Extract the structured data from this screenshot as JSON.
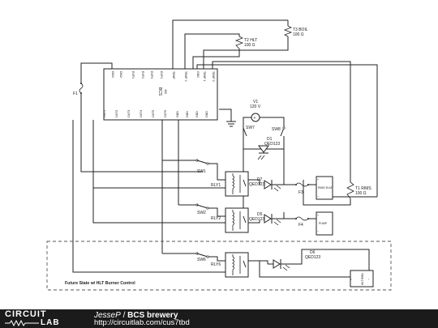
{
  "diagram": {
    "bcs": {
      "name": "BCS",
      "sub": "460"
    },
    "pins_top": [
      "DIN1",
      "DIN2",
      "EXP1",
      "EXP2",
      "EXP3",
      "EXP4",
      "TEMP",
      "TEMP 2",
      "GND",
      "TEMP 1",
      "TEMP 3"
    ],
    "pins_bottom": [
      "OUT1",
      "OUT2",
      "OUT3",
      "OUT4",
      "OUT5",
      "OUT6",
      "GND",
      "GND",
      "GND",
      "GND"
    ],
    "t3": {
      "name": "T3 BOIL",
      "value": "100 Ω"
    },
    "t2": {
      "name": "T2 HLT",
      "value": "100 Ω"
    },
    "t1": {
      "name": "T1 RIMS",
      "value": "100 Ω"
    },
    "f1": "F1",
    "v1": {
      "name": "V1",
      "value": "120 V"
    },
    "sw7": "SW7",
    "sw8": "SW8",
    "d1": {
      "name": "D1",
      "part": "QED123"
    },
    "d7": {
      "name": "D7",
      "part": "QED123"
    },
    "d5": {
      "name": "D5",
      "part": "QED123"
    },
    "d6": {
      "name": "D6",
      "part": "QED123"
    },
    "sw1": "SW1",
    "sw2": "SW2",
    "sw6": "SW6",
    "rly1": "RLY1",
    "rly2": "RLY2",
    "rly6": "RLY6",
    "f3": "F3",
    "f4": "F4",
    "rims": {
      "name": "RIMS ELMT",
      "pins": [
        "+",
        "−"
      ]
    },
    "pump": {
      "name": "PUMP",
      "pins": [
        "+",
        "−"
      ]
    },
    "hlt": {
      "name": "HLT BRN",
      "pins": [
        "+",
        "−"
      ]
    },
    "future_label": "Future State w/ HLT Burner Control"
  },
  "footer": {
    "logo_top": "CIRCUIT",
    "logo_bottom": "LAB",
    "user": "JesseP",
    "separator": " / ",
    "title": "BCS brewery",
    "url": "http://circuitlab.com/cus7tbd"
  }
}
